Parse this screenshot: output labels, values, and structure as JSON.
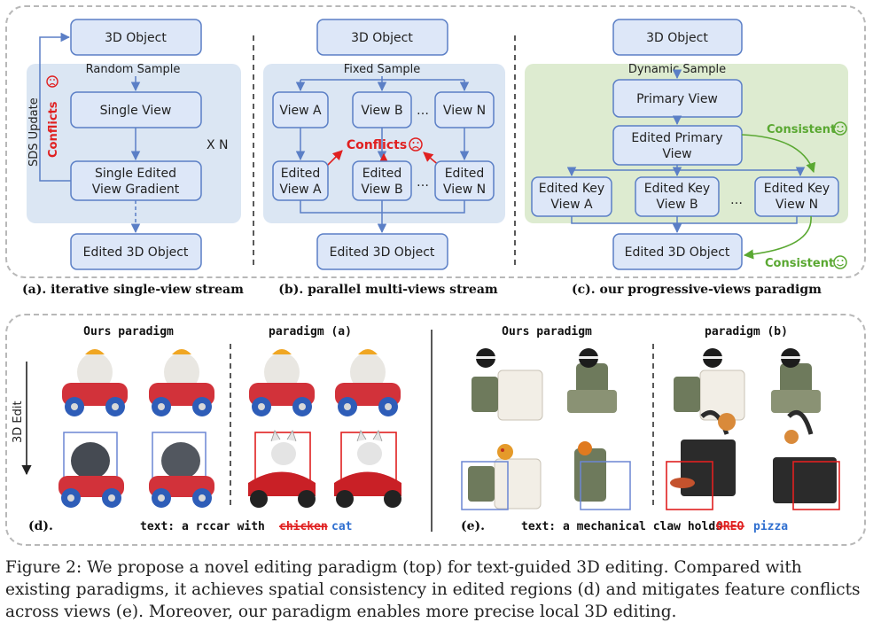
{
  "panel_a": {
    "top": "3D Object",
    "sample": "Random Sample",
    "view": "Single View",
    "gradient": [
      "Single Edited",
      "View Gradient"
    ],
    "repeat": "X N",
    "sds": "SDS Update",
    "conflicts": "Conflicts",
    "bottom": "Edited 3D Object",
    "caption": "(a). iterative single-view stream"
  },
  "panel_b": {
    "top": "3D Object",
    "sample": "Fixed Sample",
    "view_a": "View A",
    "view_b": "View B",
    "view_n": "View N",
    "dots": "…",
    "edited": "Edited",
    "ev_a": "View A",
    "ev_b": "View B",
    "ev_n": "View N",
    "conflicts": "Conflicts",
    "bottom": "Edited 3D Object",
    "caption": "(b). parallel multi-views stream"
  },
  "panel_c": {
    "top": "3D Object",
    "sample": "Dynamic Sample",
    "primary": "Primary View",
    "edited_primary": [
      "Edited Primary",
      "View"
    ],
    "consistent": "Consistent",
    "key_line1": "Edited Key",
    "key_a": "View A",
    "key_b": "View B",
    "key_n": "View N",
    "dots": "…",
    "bottom": "Edited 3D Object",
    "caption": "(c). our progressive-views paradigm"
  },
  "panel_d": {
    "ours": "Ours paradigm",
    "other": "paradigm (a)",
    "axis": "3D Edit",
    "label": "(d).",
    "text_prefix": "text: a rccar with",
    "strike": "chicken",
    "replace": "cat"
  },
  "panel_e": {
    "ours": "Ours paradigm",
    "other": "paradigm (b)",
    "label": "(e).",
    "text_prefix": "text: a mechanical claw holds",
    "strike": "OREO",
    "replace": "pizza"
  },
  "figure_caption": [
    "Figure 2: We propose a novel editing paradigm (top) for text-guided 3D editing. Compared with",
    "existing paradigms, it achieves spatial consistency in edited regions (d) and mitigates feature conflicts",
    "across views (e). Moreover, our paradigm enables more precise local 3D editing."
  ],
  "colors": {
    "box_fill": "#dde7f8",
    "box_stroke": "#5b7fc6",
    "panel_blue": "#dbe6f3",
    "panel_green": "#ddebd0",
    "conflict_red": "#e02020",
    "consistent_green": "#5aa832",
    "replace_blue": "#2f6fd0"
  }
}
